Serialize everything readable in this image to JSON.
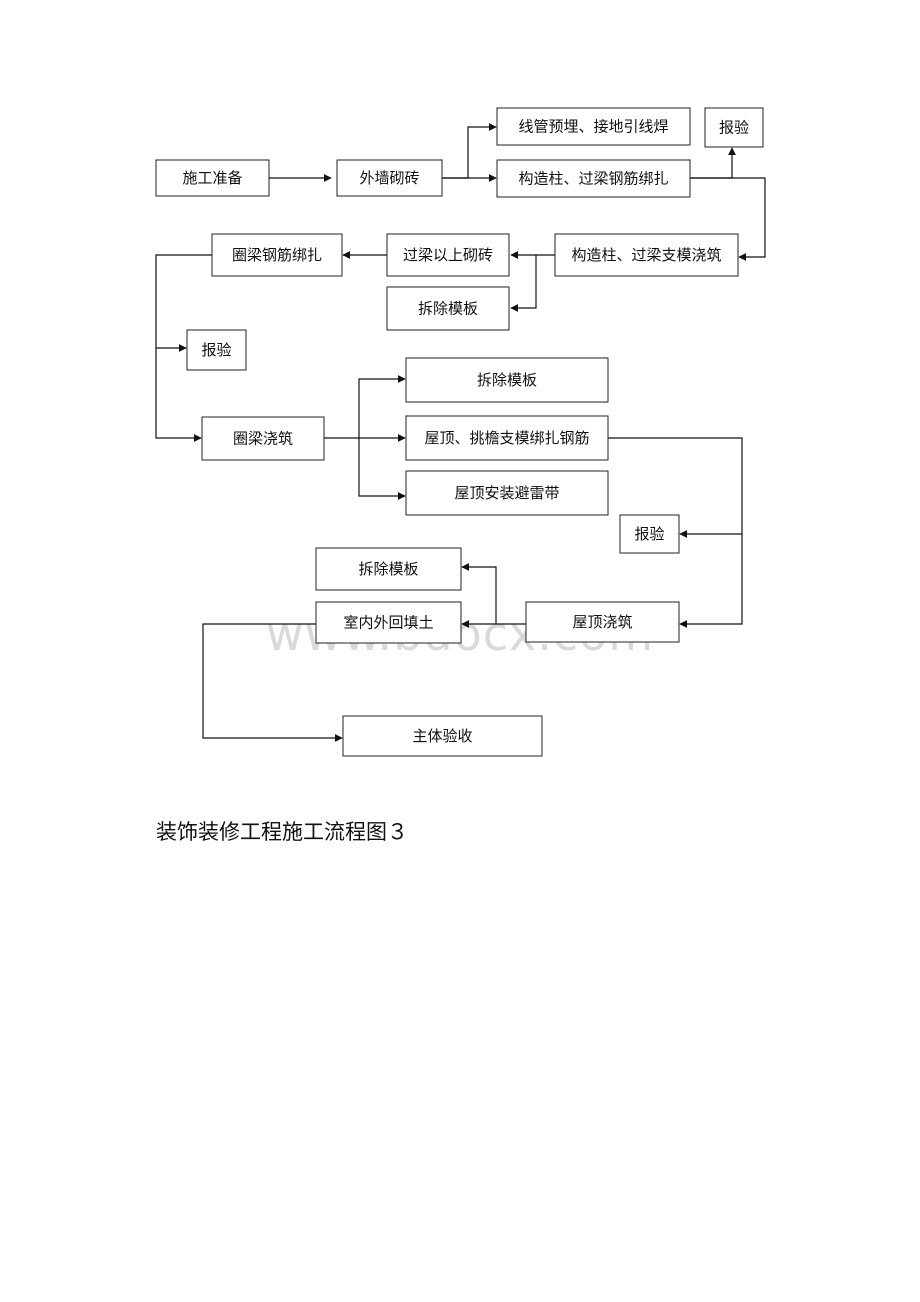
{
  "nodes": [
    {
      "id": "n1",
      "label": "施工准备"
    },
    {
      "id": "n2",
      "label": "外墙砌砖"
    },
    {
      "id": "n3",
      "label": "线管预埋、接地引线焊"
    },
    {
      "id": "n4",
      "label": "构造柱、过梁钢筋绑扎"
    },
    {
      "id": "n5",
      "label": "报验"
    },
    {
      "id": "n6",
      "label": "构造柱、过梁支模浇筑"
    },
    {
      "id": "n7",
      "label": "过梁以上砌砖"
    },
    {
      "id": "n8",
      "label": "拆除模板"
    },
    {
      "id": "n9",
      "label": "圈梁钢筋绑扎"
    },
    {
      "id": "n10",
      "label": "报验"
    },
    {
      "id": "n11",
      "label": "圈梁浇筑"
    },
    {
      "id": "n12",
      "label": "拆除模板"
    },
    {
      "id": "n13",
      "label": "屋顶、挑檐支模绑扎钢筋"
    },
    {
      "id": "n14",
      "label": "屋顶安装避雷带"
    },
    {
      "id": "n15",
      "label": "报验"
    },
    {
      "id": "n16",
      "label": "拆除模板"
    },
    {
      "id": "n17",
      "label": "室内外回填土"
    },
    {
      "id": "n18",
      "label": "屋顶浇筑"
    },
    {
      "id": "n19",
      "label": "主体验收"
    }
  ],
  "edges": [
    {
      "from": "n1",
      "to": "n2"
    },
    {
      "from": "n2",
      "to": "n3"
    },
    {
      "from": "n2",
      "to": "n4"
    },
    {
      "from": "n4",
      "to": "n5"
    },
    {
      "from": "n4",
      "to": "n6"
    },
    {
      "from": "n6",
      "to": "n7"
    },
    {
      "from": "n6",
      "to": "n8"
    },
    {
      "from": "n7",
      "to": "n9"
    },
    {
      "from": "n9",
      "to": "n10"
    },
    {
      "from": "n9",
      "to": "n11"
    },
    {
      "from": "n11",
      "to": "n12"
    },
    {
      "from": "n11",
      "to": "n13"
    },
    {
      "from": "n11",
      "to": "n14"
    },
    {
      "from": "n13",
      "to": "n15"
    },
    {
      "from": "n13",
      "to": "n18"
    },
    {
      "from": "n18",
      "to": "n16"
    },
    {
      "from": "n18",
      "to": "n17"
    },
    {
      "from": "n17",
      "to": "n19"
    }
  ],
  "watermark": "www.bdocx.com",
  "caption": "装饰装修工程施工流程图３"
}
